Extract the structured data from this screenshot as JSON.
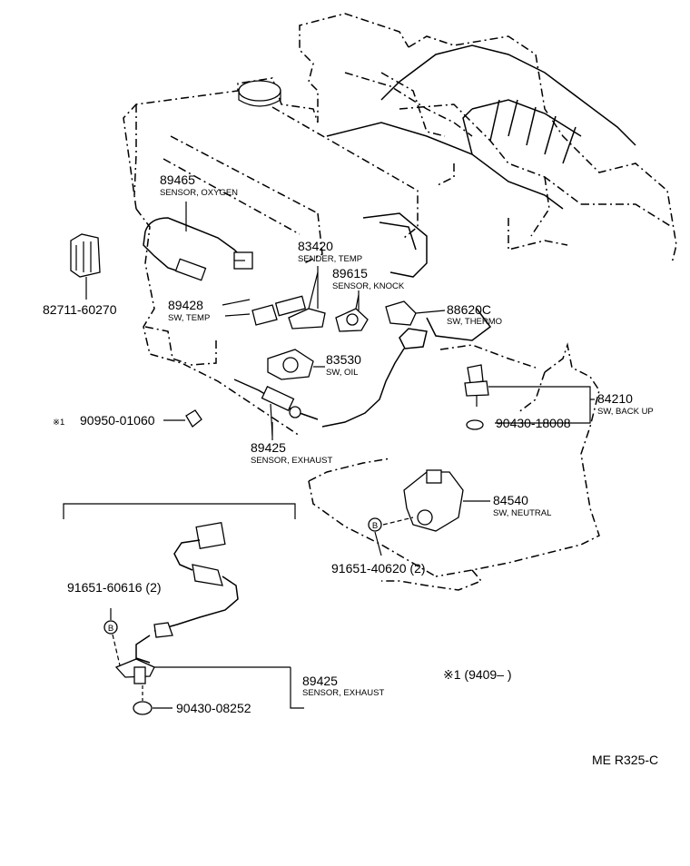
{
  "parts": {
    "p89465": {
      "number": "89465",
      "desc": "SENSOR, OXYGEN"
    },
    "p82711": {
      "number": "82711-60270"
    },
    "p83420": {
      "number": "83420",
      "desc": "SENDER, TEMP"
    },
    "p89615": {
      "number": "89615",
      "desc": "SENSOR, KNOCK"
    },
    "p89428": {
      "number": "89428",
      "desc": "SW, TEMP"
    },
    "p88620": {
      "number": "88620C",
      "desc": "SW, THERMO"
    },
    "p83530": {
      "number": "83530",
      "desc": "SW, OIL"
    },
    "p84210": {
      "number": "84210",
      "desc": "SW, BACK UP"
    },
    "p90430a": {
      "number": "90430-18008"
    },
    "p90950": {
      "mark": "※1",
      "number": "90950-01060"
    },
    "p89425a": {
      "number": "89425",
      "desc": "SENSOR, EXHAUST"
    },
    "p84540": {
      "number": "84540",
      "desc": "SW, NEUTRAL"
    },
    "p91651a": {
      "number": "91651-40620 (2)"
    },
    "p91651b": {
      "number": "91651-60616 (2)"
    },
    "p89425b": {
      "number": "89425",
      "desc": "SENSOR, EXHAUST"
    },
    "p90430b": {
      "number": "90430-08252"
    }
  },
  "bolt_marker": "B",
  "note": "※1 (9409–       )",
  "ref_code": "ME R325-C"
}
